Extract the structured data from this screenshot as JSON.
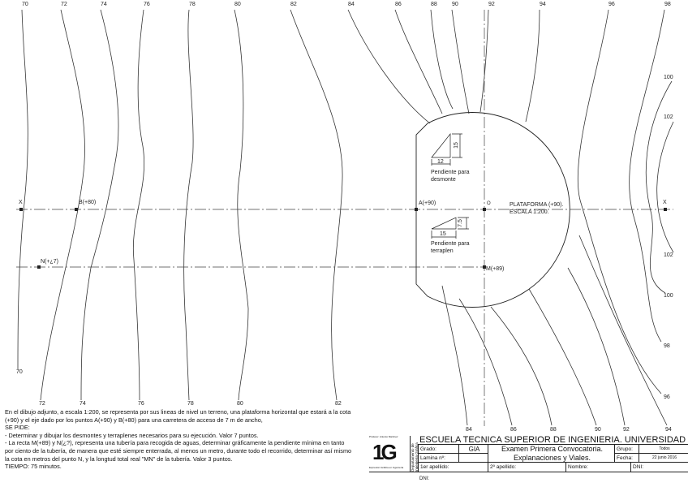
{
  "contours": {
    "top": [
      "70",
      "72",
      "74",
      "76",
      "78",
      "80",
      "82",
      "84",
      "86",
      "88",
      "90",
      "92",
      "94",
      "96",
      "98"
    ],
    "right": [
      "100",
      "102",
      "102",
      "100",
      "98",
      "96"
    ],
    "bottom_left": [
      "70",
      "72",
      "74",
      "76",
      "78",
      "80",
      "82"
    ],
    "bottom_right": [
      "84",
      "86",
      "88",
      "90",
      "92",
      "94"
    ]
  },
  "points": {
    "x_left": "X",
    "x_right": "X",
    "b": "B(+80)",
    "a": "A(+90)",
    "o": "O",
    "m": "M(+89)",
    "n": "N(+¿7)"
  },
  "platform": {
    "line1": "PLATAFORMA (+90).",
    "line2": "ESCALA 1:200."
  },
  "slopes": {
    "desmonte": {
      "h": "15",
      "w": "12",
      "label1": "Pendiente para",
      "label2": "desmonte"
    },
    "terraplen": {
      "h": "7.5",
      "w": "15",
      "label1": "Pendiente para",
      "label2": "terraplen"
    }
  },
  "statement": [
    "En el dibujo adjunto, a escala 1:200, se representa  por sus lineas de nivel un terreno, una plataforma horizontal que estará a la cota (+90) y el eje dado por los puntos A(+90) y B(+80) para una carretera de acceso de 7 m de ancho,",
    "SE PIDE:",
    "- Determinar y dibujar los desmontes y terraplenes necesarios para su ejecución. Valor 7 puntos.",
    "- La recta M(+89) y N(¿?), representa una tubería para recogida de aguas, determinar gráficamente la pendiente mínima  en tanto por ciento de la tubería, de manera que esté siempre enterrada, al menos un metro, durante todo el recorrido, determinar así mismo la cota en metros del punto N, y la longtud total real \"MN\" de la tubería. Valor 3 puntos.",
    "TIEMPO: 75 minutos."
  ],
  "title_block": {
    "logo_top": "Profesor: Antonio Martínez",
    "logo_text": "1G",
    "logo_bottom": "Expresión Gráfica en Ingeniería",
    "department": "Departamento de Ingeniería Gráfica",
    "school": "ESCUELA TÉCNICA SUPERIOR DE INGENIERÍA. UNIVERSIDAD DE SEVILLA.",
    "grado_label": "Grado:",
    "grado_value": "GIA",
    "lamina_label": "Lamina nº:",
    "lamina_value": "",
    "exam_line1": "Examen Primera Convocatoria.",
    "exam_line2": "Explanaciones y Viales.",
    "grupo_label": "Grupo:",
    "grupo_value": "Todos",
    "fecha_label": "Fecha:",
    "fecha_value": "22 junio 2016",
    "apellido1": "1er apellido:",
    "apellido2": "2º apellido:",
    "nombre": "Nombre:",
    "dni": "DNI:",
    "dni_below": "DNI:"
  }
}
